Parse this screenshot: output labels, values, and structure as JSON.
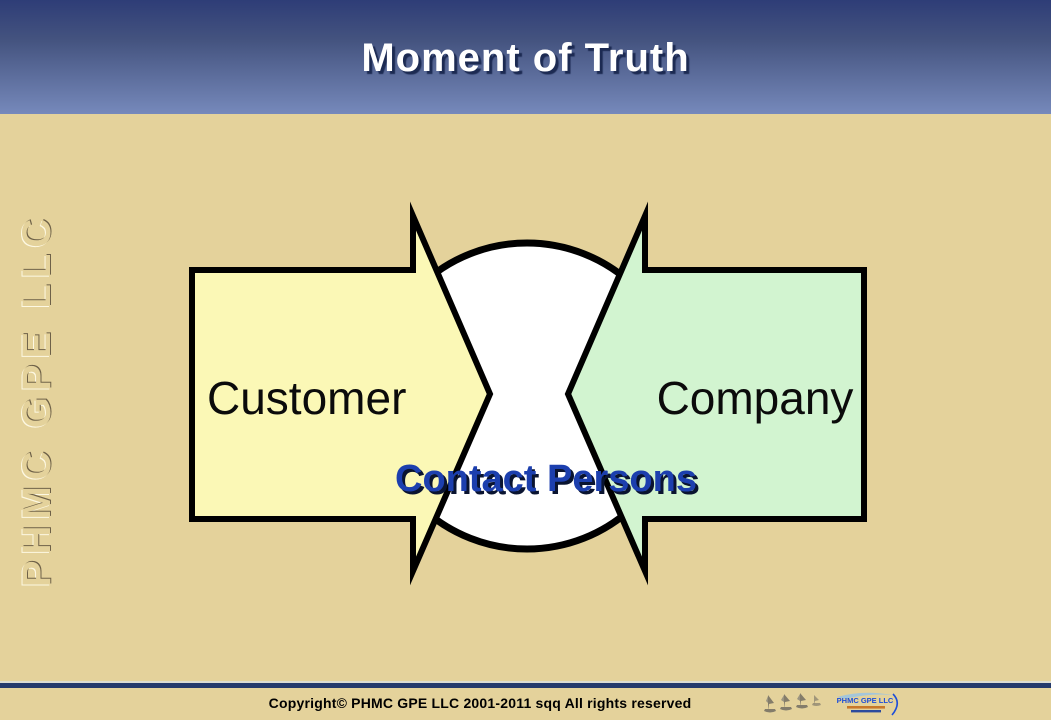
{
  "slide": {
    "title": "Moment of Truth",
    "side_brand": "PHMC GPE LLC"
  },
  "diagram": {
    "left_arrow_label": "Customer",
    "right_arrow_label": "Company",
    "center_label": "Contact Persons",
    "colors": {
      "left_arrow_fill": "#fbf8b6",
      "right_arrow_fill": "#d2f4d0",
      "circle_fill": "#ffffff",
      "outline": "#000000",
      "center_label_color": "#1c3fae",
      "center_label_shadow": "#0a1430"
    }
  },
  "footer": {
    "copyright": "Copyright© PHMC GPE LLC 2001-2011 sqq  All rights reserved",
    "logo_text": "PHMC GPE LLC",
    "divider_color": "#24396b"
  },
  "theme": {
    "background": "#e4d29b",
    "header_gradient_top": "#2e3d77",
    "header_gradient_bottom": "#7689bb",
    "title_color": "#ffffff"
  }
}
